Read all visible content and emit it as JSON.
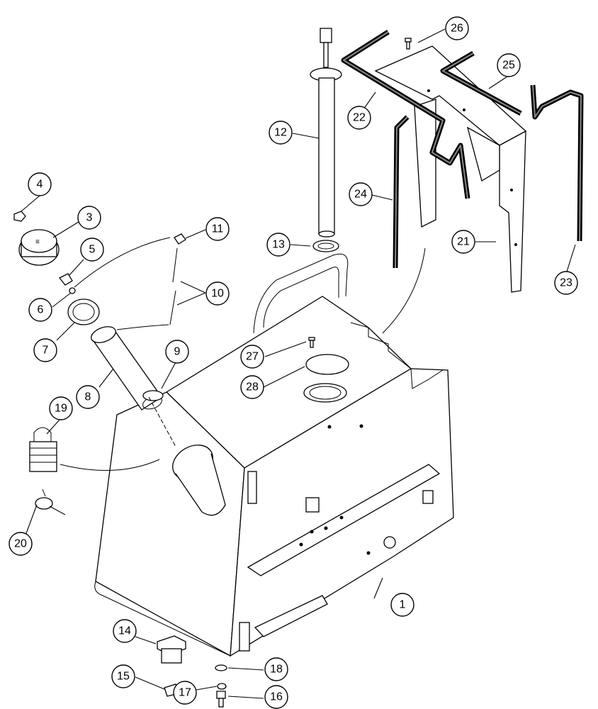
{
  "callouts": [
    {
      "id": "c1",
      "label": "1"
    },
    {
      "id": "c3",
      "label": "3"
    },
    {
      "id": "c4",
      "label": "4"
    },
    {
      "id": "c5",
      "label": "5"
    },
    {
      "id": "c6",
      "label": "6"
    },
    {
      "id": "c7",
      "label": "7"
    },
    {
      "id": "c8",
      "label": "8"
    },
    {
      "id": "c9",
      "label": "9"
    },
    {
      "id": "c10",
      "label": "10"
    },
    {
      "id": "c11",
      "label": "11"
    },
    {
      "id": "c12",
      "label": "12"
    },
    {
      "id": "c13",
      "label": "13"
    },
    {
      "id": "c14",
      "label": "14"
    },
    {
      "id": "c15",
      "label": "15"
    },
    {
      "id": "c16",
      "label": "16"
    },
    {
      "id": "c17",
      "label": "17"
    },
    {
      "id": "c18",
      "label": "18"
    },
    {
      "id": "c19",
      "label": "19"
    },
    {
      "id": "c20",
      "label": "20"
    },
    {
      "id": "c21",
      "label": "21"
    },
    {
      "id": "c22",
      "label": "22"
    },
    {
      "id": "c23",
      "label": "23"
    },
    {
      "id": "c24",
      "label": "24"
    },
    {
      "id": "c25",
      "label": "25"
    },
    {
      "id": "c26",
      "label": "26"
    },
    {
      "id": "c27",
      "label": "27"
    },
    {
      "id": "c28",
      "label": "28"
    }
  ]
}
